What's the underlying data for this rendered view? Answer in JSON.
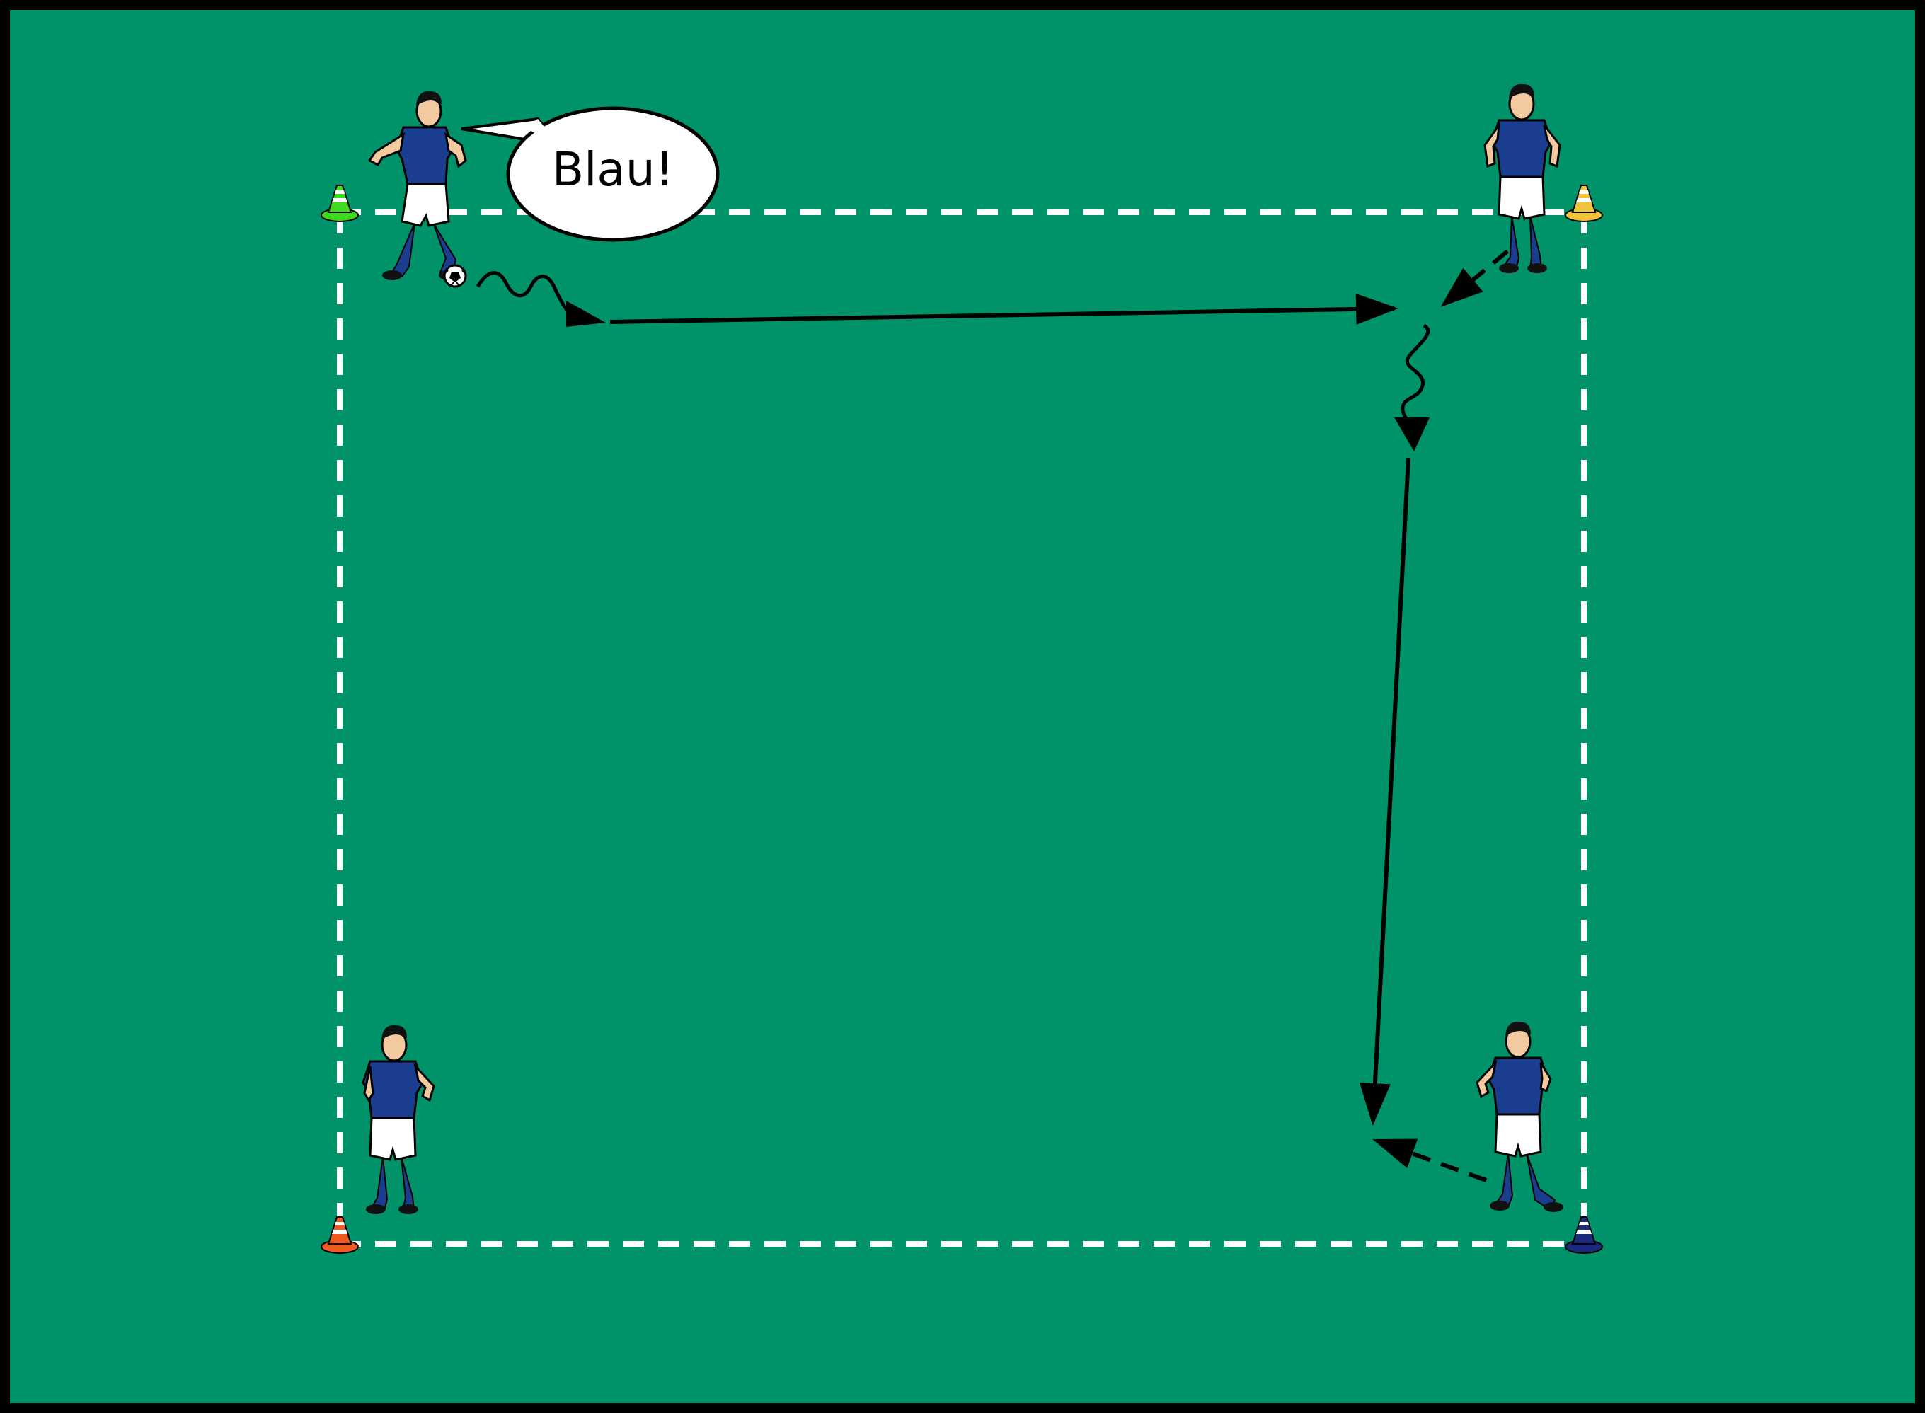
{
  "speech": {
    "text": "Blau!"
  },
  "colors": {
    "field": "#00936a",
    "border": "#000000",
    "boundary": "#ffffff",
    "jersey": "#1a3d8f",
    "shorts": "#ffffff",
    "socks": "#1a3d8f",
    "cone_green": "#3fdc1e",
    "cone_yellow": "#f3c43a",
    "cone_orange": "#ef5a20",
    "cone_blue": "#1b2a7a",
    "arrow": "#000000"
  },
  "elements": {
    "cones": [
      {
        "name": "cone-green",
        "color": "cone_green"
      },
      {
        "name": "cone-yellow",
        "color": "cone_yellow"
      },
      {
        "name": "cone-orange",
        "color": "cone_orange"
      },
      {
        "name": "cone-blue",
        "color": "cone_blue"
      }
    ],
    "players": [
      {
        "name": "player-top-left-with-ball"
      },
      {
        "name": "player-top-right"
      },
      {
        "name": "player-bottom-left"
      },
      {
        "name": "player-bottom-right"
      }
    ],
    "movements": [
      {
        "name": "dribble-arrow-top-left",
        "kind": "dribble"
      },
      {
        "name": "pass-arrow-top",
        "kind": "pass"
      },
      {
        "name": "run-arrow-top-right",
        "kind": "run"
      },
      {
        "name": "dribble-arrow-right",
        "kind": "dribble"
      },
      {
        "name": "pass-arrow-right",
        "kind": "pass"
      },
      {
        "name": "run-arrow-bottom-right",
        "kind": "run"
      }
    ]
  }
}
